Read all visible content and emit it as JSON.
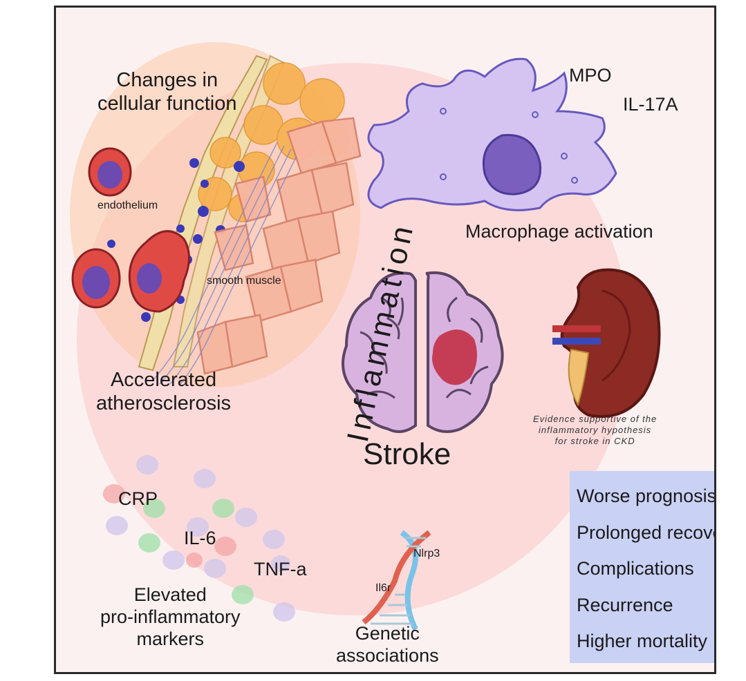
{
  "labels": {
    "changes": "Changes in\ncellular function",
    "endothelium": "endothelium",
    "smooth_muscle": "smooth muscle",
    "atherosclerosis": "Accelerated\natherosclerosis",
    "inflammation": "Inflammation",
    "stroke": "Stroke",
    "mpo": "MPO",
    "il17a": "IL-17A",
    "macrophage": "Macrophage activation",
    "evidence": "Evidence supportive of the\ninflammatory hypothesis\nfor stroke in CKD",
    "crp": "CRP",
    "il6": "IL-6",
    "tnfa": "TNF-a",
    "markers": "Elevated\npro-inflammatory\nmarkers",
    "nlrp3": "Nlrp3",
    "il6r": "Il6r",
    "genetic": "Genetic\nassociations"
  },
  "outcomes": [
    "Worse prognosis",
    "Prolonged recovery",
    "Complications",
    "Recurrence",
    "Higher mortality"
  ],
  "colors": {
    "background_circle": "#fbd6d6",
    "outcomes_box": "#c9d1f5",
    "brain": "#d9b3e0",
    "infarct": "#c0283c",
    "macrophage": "#d5c3f2",
    "kidney": "#8c2a24",
    "endothelium": "#e8d49a",
    "smooth_muscle": "#f3a48c"
  }
}
